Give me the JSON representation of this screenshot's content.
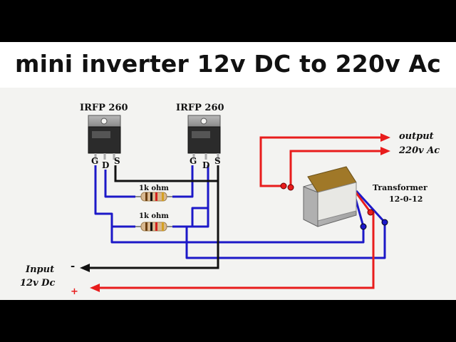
{
  "title": "mini inverter 12v DC to 220v Ac",
  "mosfets": [
    {
      "part": "IRFP 260",
      "pins": [
        "G",
        "D",
        "S"
      ]
    },
    {
      "part": "IRFP 260",
      "pins": [
        "G",
        "D",
        "S"
      ]
    }
  ],
  "resistors": [
    {
      "label": "1k ohm"
    },
    {
      "label": "1k ohm"
    }
  ],
  "transformer": {
    "label_line1": "Transformer",
    "label_line2": "12-0-12"
  },
  "output": {
    "line1": "output",
    "line2": "220v Ac"
  },
  "input": {
    "line1": "Input",
    "line2": "12v Dc",
    "minus": "-",
    "plus": "+"
  },
  "colors": {
    "wire_blue": "#1c18c8",
    "wire_red": "#e81c1c",
    "wire_black": "#111111",
    "background": "#f3f3f1"
  }
}
